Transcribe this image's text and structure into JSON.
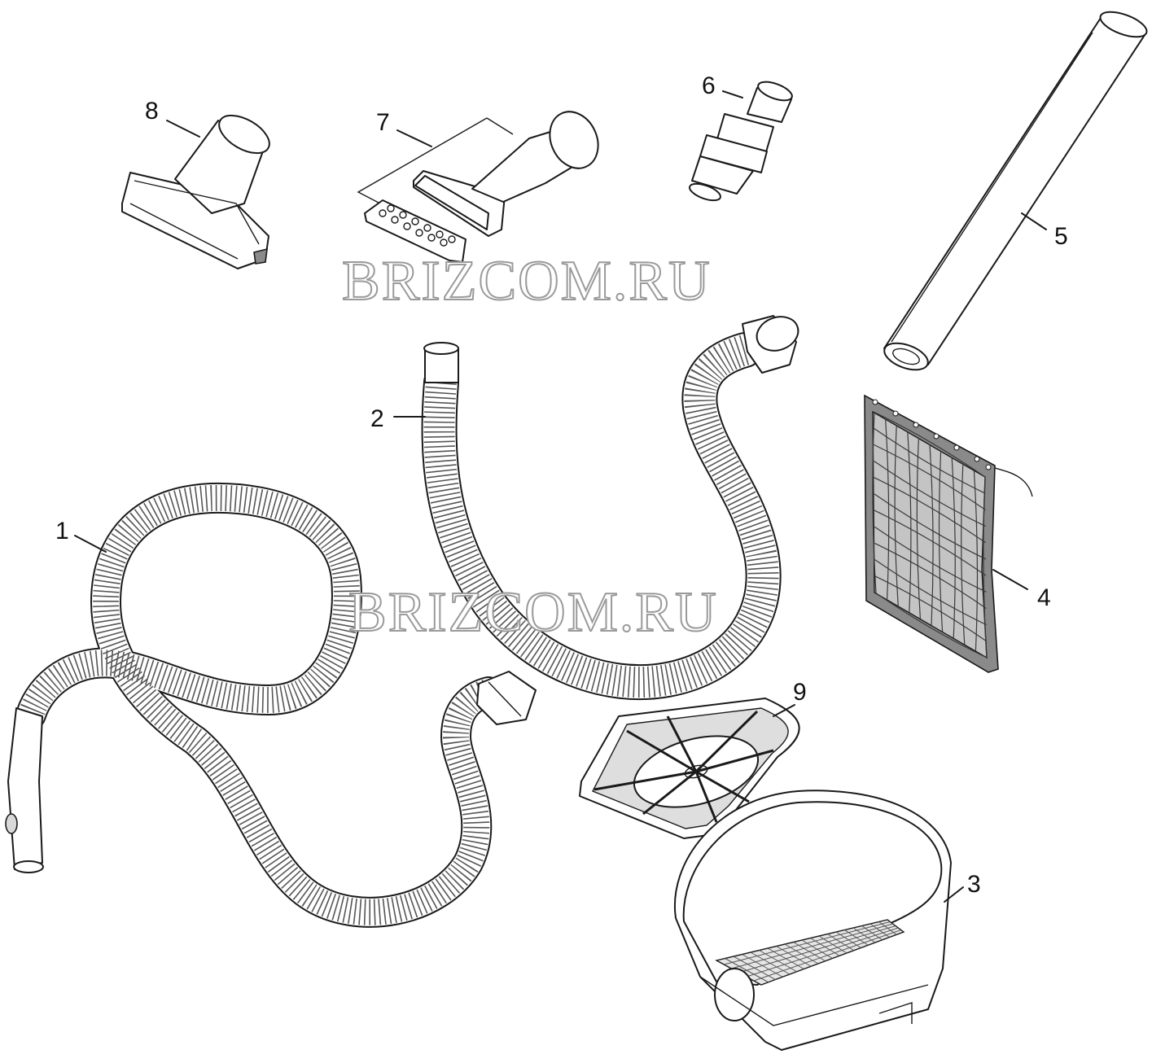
{
  "watermark": "BRIZCOM.RU",
  "callouts": [
    "1",
    "2",
    "3",
    "4",
    "5",
    "6",
    "7",
    "8",
    "9"
  ]
}
